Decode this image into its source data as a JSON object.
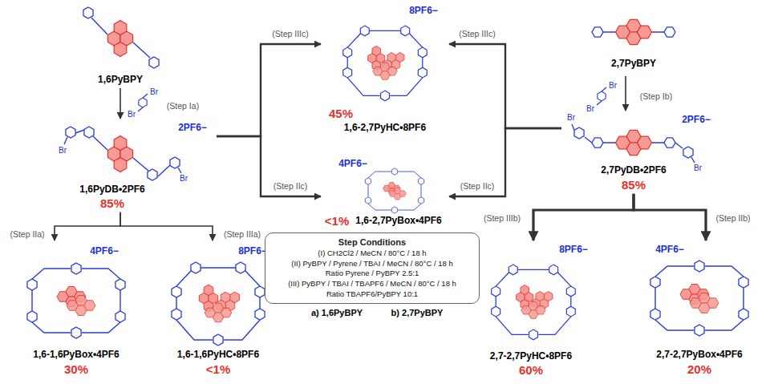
{
  "diagram": {
    "nodes": [
      {
        "text": [
          "1,6PyBPY"
        ]
      },
      {
        "text": [
          "2PF6−",
          "Br",
          "Br",
          "1,6PyDB•2PF6",
          "85%"
        ]
      },
      {
        "text": [
          "4PF6−",
          "1,6-1,6PyBox•4PF6",
          "30%"
        ]
      },
      {
        "text": [
          "8PF6−",
          "1,6-1,6PyHC•8PF6",
          "<1%"
        ]
      },
      {
        "text": [
          "8PF6−",
          "45%",
          "1,6-2,7PyHC•8PF6"
        ]
      },
      {
        "text": [
          "4PF6−",
          "<1%",
          "1,6-2,7PyBox•4PF6"
        ]
      },
      {
        "text": [
          "Step Conditions",
          "(I) CH2Cl2 / MeCN / 80°C / 18 h",
          "(II) PyBPY / Pyrene / TBAI / MeCN / 80°C / 18 h",
          "Ratio Pyrene / PyBPY 2.5:1",
          "(III) PyBPY / TBAI / TBAPF6 / MeCN / 80°C / 18 h",
          "Ratio TBAPF6/PyBPY 10:1"
        ]
      },
      {
        "text": [
          "2,7PyBPY"
        ]
      },
      {
        "text": [
          "2PF6−",
          "Br",
          "Br",
          "2,7PyDB•2PF6",
          "85%"
        ]
      },
      {
        "text": [
          "8PF6−",
          "2,7-2,7PyHC•8PF6",
          "60%"
        ]
      },
      {
        "text": [
          "4PF6−",
          "2,7-2,7PyBox•4PF6",
          "20%"
        ]
      }
    ],
    "edges": [
      {
        "from": 0,
        "to": 1,
        "arrow": "to",
        "label": "(Step Ia)"
      },
      {
        "from": 1,
        "to": 2,
        "arrow": "to",
        "label": "(Step IIa)"
      },
      {
        "from": 1,
        "to": 3,
        "arrow": "to",
        "label": "(Step IIIa)"
      },
      {
        "from": 1,
        "to": 4,
        "arrow": "to",
        "label": "(Step IIIc)"
      },
      {
        "from": 1,
        "to": 5,
        "arrow": "to",
        "label": "(Step IIc)"
      },
      {
        "from": 7,
        "to": 8,
        "arrow": "to",
        "label": "(Step Ib)"
      },
      {
        "from": 8,
        "to": 4,
        "arrow": "to",
        "label": "(Step IIIc)"
      },
      {
        "from": 8,
        "to": 5,
        "arrow": "to",
        "label": "(Step IIc)"
      },
      {
        "from": 8,
        "to": 9,
        "arrow": "to",
        "label": "(Step IIIb)"
      },
      {
        "from": 8,
        "to": 10,
        "arrow": "to",
        "label": "(Step IIb)"
      }
    ],
    "labels": [
      "Br",
      "Br",
      "a) 1,6PyBPY",
      "b) 2,7PyBPY",
      "Br",
      "Br"
    ]
  }
}
